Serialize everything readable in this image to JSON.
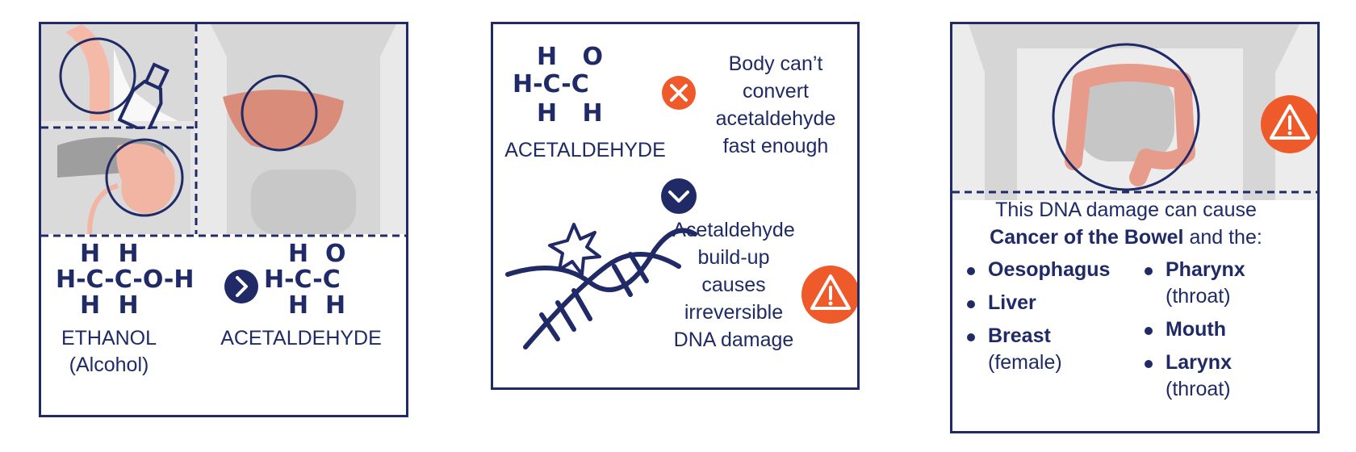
{
  "panel1": {
    "ethanol_formula": {
      "top_h": "H H",
      "mid": "H-C-C-O-H",
      "bot_h": "H H"
    },
    "acetaldehyde_formula": {
      "top": "H  O",
      "mid": "H-C-C",
      "bot": "H  H"
    },
    "ethanol_label": "ETHANOL",
    "ethanol_sublabel": "(Alcohol)",
    "acetaldehyde_label": "ACETALDEHYDE",
    "arrow_icon": "chevron-right-icon"
  },
  "panel2": {
    "acetaldehyde_label": "ACETALDEHYDE",
    "cannot_convert_text": [
      "Body can’t",
      "convert",
      "acetaldehyde",
      "fast enough"
    ],
    "buildup_text": [
      "Acetaldehyde",
      "build-up",
      "causes",
      "irreversible",
      "DNA damage"
    ],
    "x_icon": "x-icon",
    "down_icon": "chevron-down-icon",
    "warning_icon": "warning-icon"
  },
  "panel3": {
    "intro_line1": "This DNA damage can cause",
    "intro_bold": "Cancer of the Bowel",
    "intro_suffix": " and the:",
    "left_list": [
      {
        "name": "Oesophagus",
        "note": ""
      },
      {
        "name": "Liver",
        "note": ""
      },
      {
        "name": "Breast",
        "note": "(female)"
      }
    ],
    "right_list": [
      {
        "name": "Pharynx",
        "note": "(throat)"
      },
      {
        "name": "Mouth",
        "note": ""
      },
      {
        "name": "Larynx",
        "note": "(throat)"
      }
    ],
    "warning_icon": "warning-icon"
  },
  "colors": {
    "navy": "#1f2a66",
    "orange": "#ef5a2a",
    "organ_pink": "#e79b8a",
    "body_gray": "#d4d4d4"
  }
}
